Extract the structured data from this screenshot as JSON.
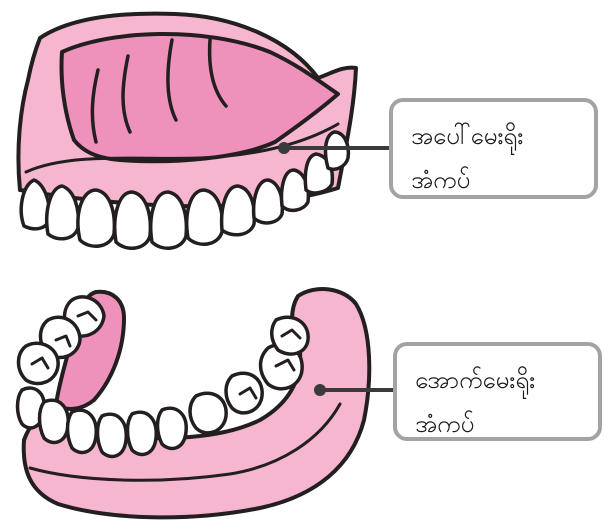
{
  "labels": {
    "upper": {
      "line1": "အပေါ်မေးရိုး",
      "line2": "အံကပ်"
    },
    "lower": {
      "line1": "အောက်မေးရိုး",
      "line2": "အံကပ်"
    }
  },
  "colors": {
    "gum_light": "#f6b6cf",
    "palate": "#ee91bb",
    "tooth": "#ffffff",
    "outline": "#231f20",
    "label_border": "#a3a3a3",
    "connector": "#3a3a3a"
  }
}
